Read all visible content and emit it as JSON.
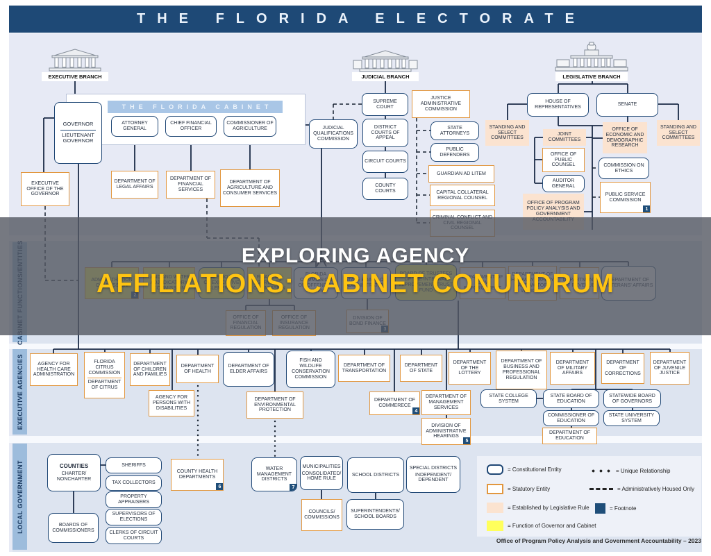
{
  "header": {
    "title": "THE FLORIDA ELECTORATE"
  },
  "branches": {
    "executive": "EXECUTIVE BRANCH",
    "judicial": "JUDICIAL BRANCH",
    "legislative": "LEGISLATIVE BRANCH"
  },
  "banner": {
    "line1": "EXPLORING AGENCY",
    "line2": "AFFILIATIONS: CABINET CONUNDRUM"
  },
  "sections": {
    "cabinet": "CABINET FUNCTIONS/ENTITIES",
    "executive": "EXECUTIVE AGENCIES",
    "local": "LOCAL GOVERNMENT"
  },
  "cabinet_header": "THE FLORIDA CABINET",
  "boxes": {
    "governor": {
      "label": "GOVERNOR",
      "label2": "LIEUTENANT GOVERNOR"
    },
    "ag": {
      "label": "ATTORNEY GENERAL"
    },
    "cfo": {
      "label": "CHIEF FINANCIAL OFFICER"
    },
    "coa": {
      "label": "COMMISSIONER OF AGRICULTURE"
    },
    "eog": {
      "label": "EXECUTIVE OFFICE OF THE GOVERNOR"
    },
    "dla": {
      "label": "DEPARTMENT OF LEGAL AFFAIRS"
    },
    "dfs": {
      "label": "DEPARTMENT OF FINANCIAL SERVICES"
    },
    "dacs": {
      "label": "DEPARTMENT OF AGRICULTURE AND CONSUMER SERVICES"
    },
    "supreme": {
      "label": "SUPREME COURT"
    },
    "jqc": {
      "label": "JUDICIAL QUALIFICATIONS COMMISSION"
    },
    "dca": {
      "label": "DISTRICT COURTS OF APPEAL"
    },
    "circuit": {
      "label": "CIRCUIT COURTS"
    },
    "countycourts": {
      "label": "COUNTY COURTS"
    },
    "jac": {
      "label": "JUSTICE ADMINISTRATIVE COMMISSION"
    },
    "sa": {
      "label": "STATE ATTORNEYS"
    },
    "pd": {
      "label": "PUBLIC DEFENDERS"
    },
    "gal": {
      "label": "GUARDIAN AD LITEM"
    },
    "ccrc": {
      "label": "CAPITAL COLLATERAL REGIONAL COUNSEL"
    },
    "ccc": {
      "label": "CRIMINAL CONFLICT AND CIVIL REGIONAL COUNSEL"
    },
    "house": {
      "label": "HOUSE OF REPRESENTATIVES"
    },
    "senate": {
      "label": "SENATE"
    },
    "scl": {
      "label": "STANDING AND SELECT COMMITTEES"
    },
    "scr": {
      "label": "STANDING AND SELECT COMMITTEES"
    },
    "joint": {
      "label": "JOINT COMMITTEES"
    },
    "opc": {
      "label": "OFFICE OF PUBLIC COUNSEL"
    },
    "audgen": {
      "label": "AUDITOR GENERAL"
    },
    "oedr": {
      "label": "OFFICE OF ECONOMIC AND DEMOGRAPHIC RESEARCH"
    },
    "ethics": {
      "label": "COMMISSION ON ETHICS"
    },
    "psc": {
      "label": "PUBLIC SERVICE COMMISSION",
      "fn": "1"
    },
    "oppaga": {
      "label": "OFFICE OF PROGRAM POLICY ANALYSIS AND GOVERNMENT ACCOUNTABILITY"
    },
    "admincom": {
      "label": "ADMINISTRATION COMMISSION",
      "fn": "2"
    },
    "landwater": {
      "label": "LAND AND WATER ADJUDICATORY COMMISSION"
    },
    "clemency": {
      "label": "STATE BOARD OF EXECUTIVE CLEMENCY"
    },
    "fsc": {
      "label": "FINANCIAL SERVICES COMMISSION"
    },
    "fcor": {
      "label": "FLORIDA COMMISSION ON OFFENDER REVIEW"
    },
    "sba": {
      "label": "STATE BOARD OF ADMINISTRATION"
    },
    "trustees": {
      "label": "BOARD OF TRUSTEES OF THE INTERNAL IMPROVEMENT TRUST FUND"
    },
    "fdle": {
      "label": "DEPARTMENT OF LAW ENFORCEMENT"
    },
    "hsmv": {
      "label": "DEPARTMENT OF HIGHWAY SAFETY AND MOTOR VEHICLES"
    },
    "revenue": {
      "label": "DEPARTMENT OF REVENUE"
    },
    "vets": {
      "label": "DEPARTMENT OF VETERANS' AFFAIRS"
    },
    "ofr": {
      "label": "OFFICE OF FINANCIAL REGULATION"
    },
    "oir": {
      "label": "OFFICE OF INSURANCE REGULATION"
    },
    "bond": {
      "label": "DIVISION OF BOND FINANCE",
      "fn": "3"
    },
    "ahca": {
      "label": "AGENCY FOR HEALTH CARE ADMINISTRATION"
    },
    "citrus": {
      "label": "FLORIDA CITRUS COMMISSION",
      "label2": "DEPARTMENT OF CITRUS"
    },
    "dcf": {
      "label": "DEPARTMENT OF CHILDREN AND FAMILIES"
    },
    "doh": {
      "label": "DEPARTMENT OF HEALTH"
    },
    "elder": {
      "label": "DEPARTMENT OF ELDER AFFAIRS"
    },
    "fwc": {
      "label": "FISH AND WILDLIFE CONSERVATION COMMISSION"
    },
    "dot": {
      "label": "DEPARTMENT OF TRANSPORTATION"
    },
    "dos": {
      "label": "DEPARTMENT OF STATE"
    },
    "lottery": {
      "label": "DEPARTMENT OF THE LOTTERY"
    },
    "dbpr": {
      "label": "DEPARTMENT OF BUSINESS AND PROFESSIONAL REGULATION"
    },
    "military": {
      "label": "DEPARTMENT OF MILITARY AFFAIRS"
    },
    "corrections": {
      "label": "DEPARTMENT OF CORRECTIONS"
    },
    "djj": {
      "label": "DEPARTMENT OF JUVENILE JUSTICE"
    },
    "apd": {
      "label": "AGENCY FOR PERSONS WITH DISABILITIES"
    },
    "dep": {
      "label": "DEPARTMENT OF ENVIRONMENTAL PROTECTION"
    },
    "commerce": {
      "label": "DEPARTMENT OF COMMERECE",
      "fn": "4"
    },
    "dms": {
      "label": "DEPARTMENT OF MANAGEMENT SERVICES"
    },
    "doah": {
      "label": "DIVISION OF ADMINISTRATIVE HEARINGS",
      "fn": "5"
    },
    "scs": {
      "label": "STATE COLLEGE SYSTEM"
    },
    "sbe": {
      "label": "STATE BOARD OF EDUCATION"
    },
    "sbg": {
      "label": "STATEWIDE BOARD OF GOVERNORS"
    },
    "coe": {
      "label": "COMMISSIONER OF EDUCATION"
    },
    "sus": {
      "label": "STATE UNIVERSITY SYSTEM"
    },
    "doe": {
      "label": "DEPARTMENT OF EDUCATION"
    },
    "counties": {
      "label": "COUNTIES",
      "label2": "CHARTER/ NONCHARTER"
    },
    "sheriffs": {
      "label": "SHERIFFS"
    },
    "taxcol": {
      "label": "TAX COLLECTORS"
    },
    "propapp": {
      "label": "PROPERTY APPRAISERS"
    },
    "supelect": {
      "label": "SUPERVISORS OF ELECTIONS"
    },
    "clerks": {
      "label": "CLERKS OF CIRCUIT COURTS"
    },
    "boards": {
      "label": "BOARDS OF COMMISSIONERS"
    },
    "chd": {
      "label": "COUNTY HEALTH DEPARTMENTS",
      "fn": "6"
    },
    "wmd": {
      "label": "WATER MANAGEMENT DISTRICTS",
      "fn": "7"
    },
    "muni": {
      "label": "MUNICIPALITIES",
      "label2": "CONSOLIDATED/ HOME RULE"
    },
    "councils": {
      "label": "COUNCILS/ COMMISSIONS"
    },
    "schooldist": {
      "label": "SCHOOL DISTRICTS"
    },
    "supers": {
      "label": "SUPERINTENDENTS/ SCHOOL BOARDS"
    },
    "special": {
      "label": "SPECIAL DISTRICTS",
      "label2": "INDEPENDENT/ DEPENDENT"
    }
  },
  "legend": {
    "constitutional": "= Constitutional Entity",
    "statutory": "= Statutory Entity",
    "legislative_rule": "= Established by Legislative Rule",
    "governor_cabinet": "= Function of Governor and Cabinet",
    "unique": "= Unique Relationship",
    "admin_housed": "= Administratively Housed Only",
    "footnote": "= Footnote"
  },
  "credit": "Office of Program Policy Analysis and Government Accountability – 2023",
  "colors": {
    "header_navy": "#1e4976",
    "constitutional_border": "#1f4775",
    "statutory_border": "#e2973f",
    "legislative_rule_fill": "#fbe3d0",
    "governor_cabinet_fill": "#fcf75e",
    "footnote_navy": "#1f4e79",
    "banner_accent": "#ffc412"
  }
}
